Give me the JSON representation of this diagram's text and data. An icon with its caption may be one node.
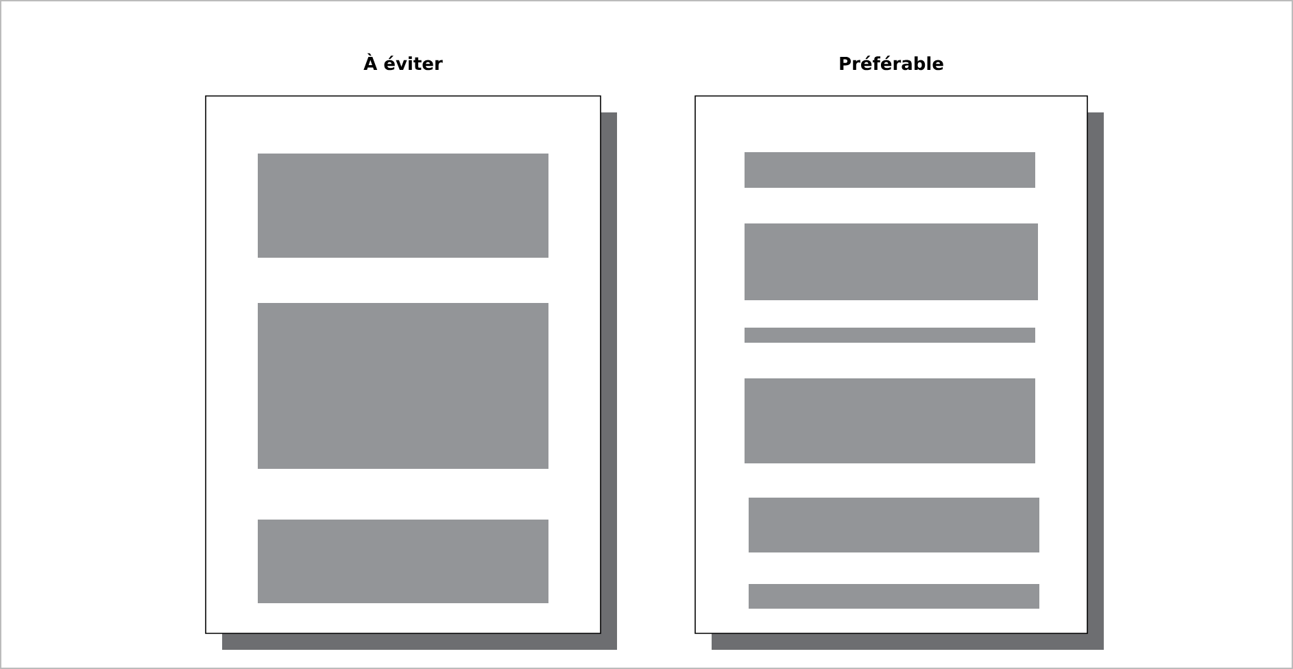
{
  "diagram": {
    "nodes": [
      {
        "text": [
          "À éviter"
        ]
      },
      {
        "text": [],
        "shape": "box",
        "in": 0
      },
      {
        "text": [],
        "shape": "box",
        "in": 0
      },
      {
        "text": [],
        "shape": "box",
        "in": 0
      },
      {
        "text": [
          "Préférable"
        ]
      },
      {
        "text": [],
        "shape": "box",
        "in": 4
      },
      {
        "text": [],
        "shape": "box",
        "in": 4
      },
      {
        "text": [],
        "shape": "box",
        "in": 4
      },
      {
        "text": [],
        "shape": "box",
        "in": 4
      },
      {
        "text": [],
        "shape": "box",
        "in": 4
      },
      {
        "text": [],
        "shape": "box",
        "in": 4
      }
    ]
  }
}
